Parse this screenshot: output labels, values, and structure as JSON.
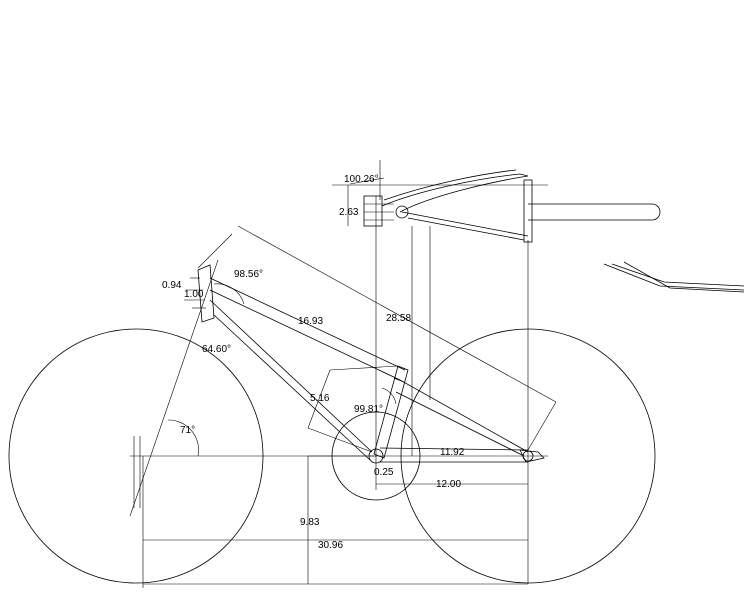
{
  "dimensions": {
    "head_angle_top": "100.26°",
    "stem_height": "2.63",
    "head_tube_angle": "98.56°",
    "dim_094": "0.94",
    "dim_100": "1.00",
    "top_tube": "16.93",
    "top_length": "28.58",
    "fork_angle": "64.60°",
    "seat_tube": "5.16",
    "seat_angle": "99.81°",
    "fork_rake_angle": "71°",
    "chainstay": "11.92",
    "bb_drop": "0.25",
    "rear_center": "12.00",
    "bb_height": "9.83",
    "wheelbase": "30.96"
  }
}
